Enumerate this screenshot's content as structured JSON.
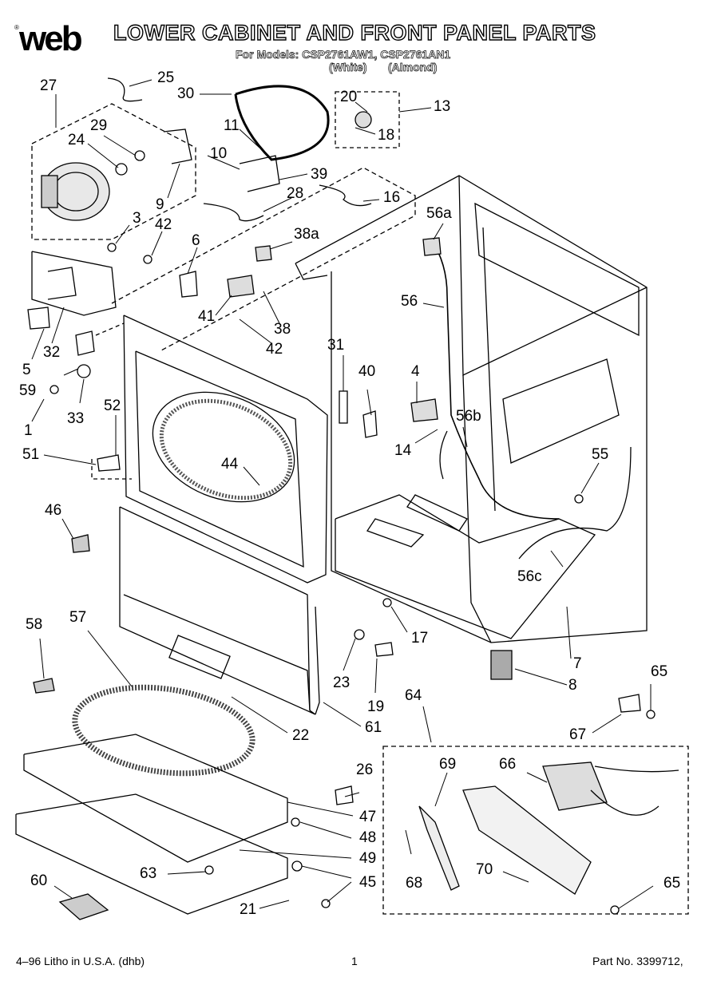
{
  "header": {
    "logo_text": "web",
    "logo_mark": "®",
    "title": "LOWER CABINET AND FRONT PANEL PARTS",
    "models_line": "For Models: CSP2761AW1, CSP2761AN1",
    "color_white": "(White)",
    "color_almond": "(Almond)"
  },
  "callouts": [
    "27",
    "25",
    "30",
    "20",
    "13",
    "29",
    "24",
    "11",
    "18",
    "10",
    "39",
    "9",
    "28",
    "16",
    "3",
    "42",
    "56a",
    "6",
    "38a",
    "41",
    "38",
    "42",
    "56",
    "32",
    "31",
    "40",
    "5",
    "4",
    "59",
    "33",
    "52",
    "56b",
    "14",
    "1",
    "51",
    "44",
    "55",
    "46",
    "56c",
    "17",
    "7",
    "58",
    "57",
    "23",
    "8",
    "65",
    "19",
    "64",
    "22",
    "61",
    "67",
    "69",
    "66",
    "26",
    "47",
    "48",
    "49",
    "63",
    "60",
    "45",
    "68",
    "70",
    "65",
    "21"
  ],
  "footer": {
    "litho": "4–96 Litho in U.S.A. (dhb)",
    "page": "1",
    "part_no": "Part No. 3399712,"
  }
}
